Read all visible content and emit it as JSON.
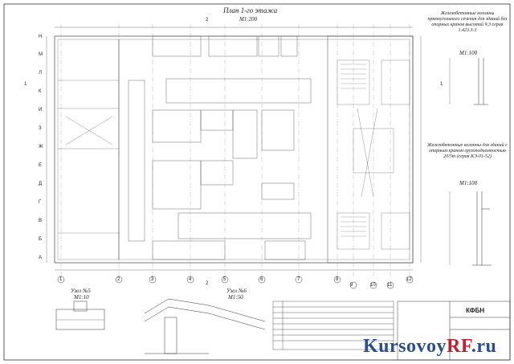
{
  "drawing": {
    "plan_title": "План 1-го этажа",
    "plan_scale": "М1:200",
    "col_rect_title": "Железобетонные колонны прямоугольного сечения для зданий без опорных кранов высотой 9,3 серия 1.423.3-3",
    "col_rect_scale": "М1:100",
    "col_crane_title": "Железобетонные колонны для зданий с опорным краном грузоподъемностью 20/5т (серия КЭ-01-52)",
    "col_crane_scale": "М1:100",
    "node5_title": "Узел №5",
    "node5_scale": "М1:10",
    "node6_title": "Узел №6",
    "node6_scale": "М1:50",
    "org_stamp": "КФБН",
    "axes_letters": [
      "Н",
      "М",
      "Л",
      "К",
      "И",
      "З",
      "Ж",
      "Е",
      "Д",
      "Г",
      "В",
      "Б",
      "А"
    ],
    "axes_numbers": [
      "1",
      "2",
      "3",
      "4",
      "5",
      "6",
      "7",
      "8",
      "9",
      "10",
      "11",
      "12"
    ],
    "marks": [
      "2",
      "1",
      "1",
      "2"
    ]
  },
  "watermark": {
    "part1": "Kursovoy",
    "part2": "RF",
    "part3": ".ru"
  }
}
